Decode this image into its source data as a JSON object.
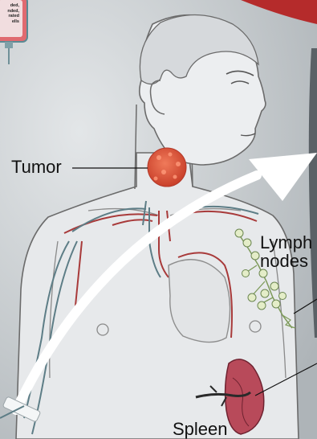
{
  "labels": {
    "tumor": "Tumor",
    "lymph_line1": "Lymph",
    "lymph_line2": "nodes",
    "spleen": "Spleen"
  },
  "bag_text": [
    "ded,",
    "nded,",
    "rated",
    "ells"
  ],
  "colors": {
    "background": "#c9cdd0",
    "skin_outline": "#6b6b6b",
    "body_fill": "#e6e8ea",
    "tumor": "#e0543a",
    "vessel_red": "#a83a3a",
    "vessel_teal": "#5d7d86",
    "lymph_node": "#dfeac0",
    "spleen": "#b84a5a",
    "arrow": "#ffffff",
    "bag": "#d9545a"
  }
}
